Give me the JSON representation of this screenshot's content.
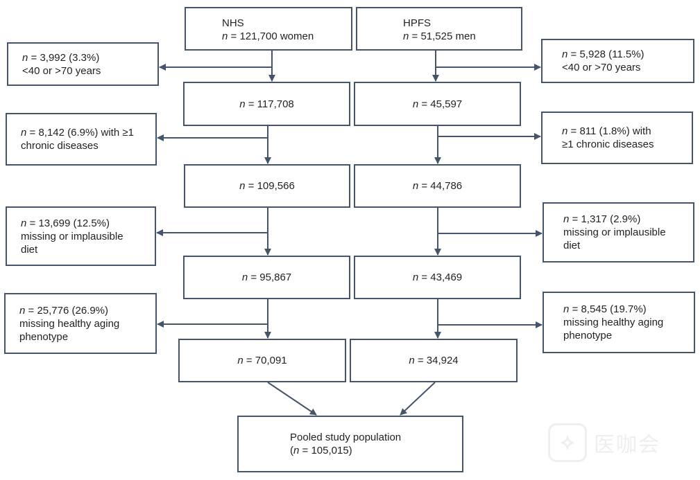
{
  "nhs": {
    "name": "NHS",
    "n_prefix": "n",
    "n_count": " = 121,700 women",
    "steps": [
      " = 117,708",
      " = 109,566",
      " = 95,867",
      " = 70,091"
    ],
    "exclusions": [
      {
        "count": " = 3,992 (3.3%)",
        "line1_rest": "",
        "lines": [
          "<40 or >70 years"
        ]
      },
      {
        "count": " = 8,142 (6.9%) with ≥1",
        "line1_rest": "",
        "lines": [
          "chronic diseases"
        ]
      },
      {
        "count": " = 13,699 (12.5%)",
        "line1_rest": "",
        "lines": [
          "missing or implausible",
          "diet"
        ]
      },
      {
        "count": " = 25,776 (26.9%)",
        "line1_rest": "",
        "lines": [
          "missing healthy aging",
          "phenotype"
        ]
      }
    ]
  },
  "hpfs": {
    "name": "HPFS",
    "n_prefix": "n",
    "n_count": " = 51,525 men",
    "steps": [
      " = 45,597",
      " = 44,786",
      " = 43,469",
      " = 34,924"
    ],
    "exclusions": [
      {
        "count": " = 5,928 (11.5%)",
        "lines": [
          "<40 or >70 years"
        ]
      },
      {
        "count": " = 811 (1.8%) with",
        "lines": [
          "≥1 chronic diseases"
        ]
      },
      {
        "count": " = 1,317 (2.9%)",
        "lines": [
          "missing or implausible",
          "diet"
        ]
      },
      {
        "count": " = 8,545 (19.7%)",
        "lines": [
          "missing healthy aging",
          "phenotype"
        ]
      }
    ]
  },
  "pooled": {
    "title": "Pooled study population",
    "open": "(",
    "n_prefix": "n",
    "count": " = 105,015)"
  },
  "watermark": {
    "icon": "stylized-logo-icon",
    "text": "医咖会"
  },
  "colors": {
    "border": "#44556a",
    "arrow": "#44556a",
    "text": "#222222"
  }
}
